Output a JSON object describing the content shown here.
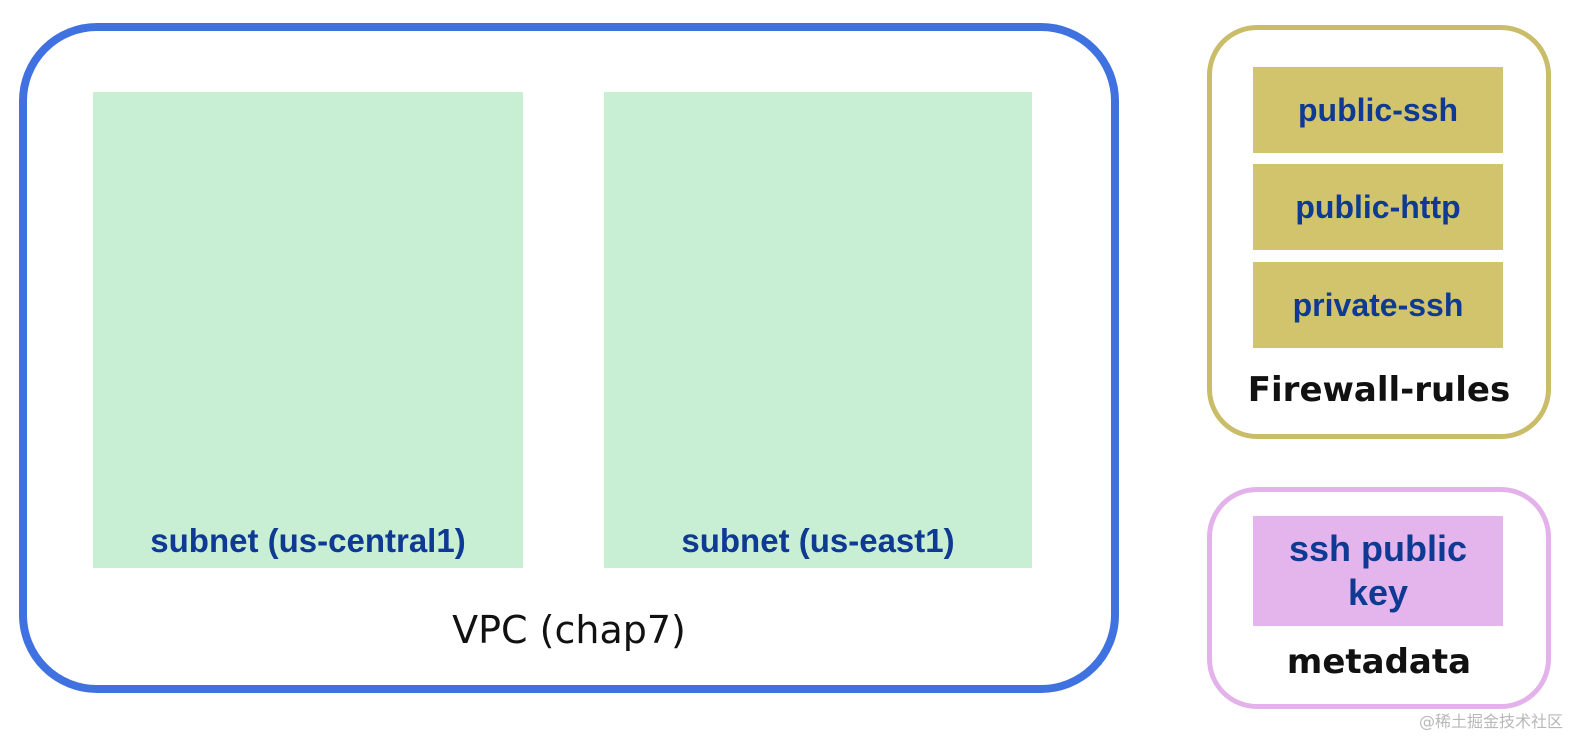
{
  "vpc": {
    "label": "VPC (chap7)",
    "border_color": "#3f72e0",
    "subnets": [
      {
        "label": "subnet (us-central1)"
      },
      {
        "label": "subnet (us-east1)"
      }
    ],
    "subnet_color": "#c8eed4"
  },
  "firewall": {
    "label": "Firewall-rules",
    "border_color": "#c9bd6a",
    "rule_color": "#d1c46c",
    "rules": [
      {
        "label": "public-ssh"
      },
      {
        "label": "public-http"
      },
      {
        "label": "private-ssh"
      }
    ]
  },
  "metadata": {
    "label": "metadata",
    "border_color": "#e3b2ea",
    "item_color": "#e4b4ec",
    "items": [
      {
        "label": "ssh public key"
      }
    ]
  },
  "watermark": "@稀土掘金技术社区",
  "text_color_blue": "#0f3a93"
}
